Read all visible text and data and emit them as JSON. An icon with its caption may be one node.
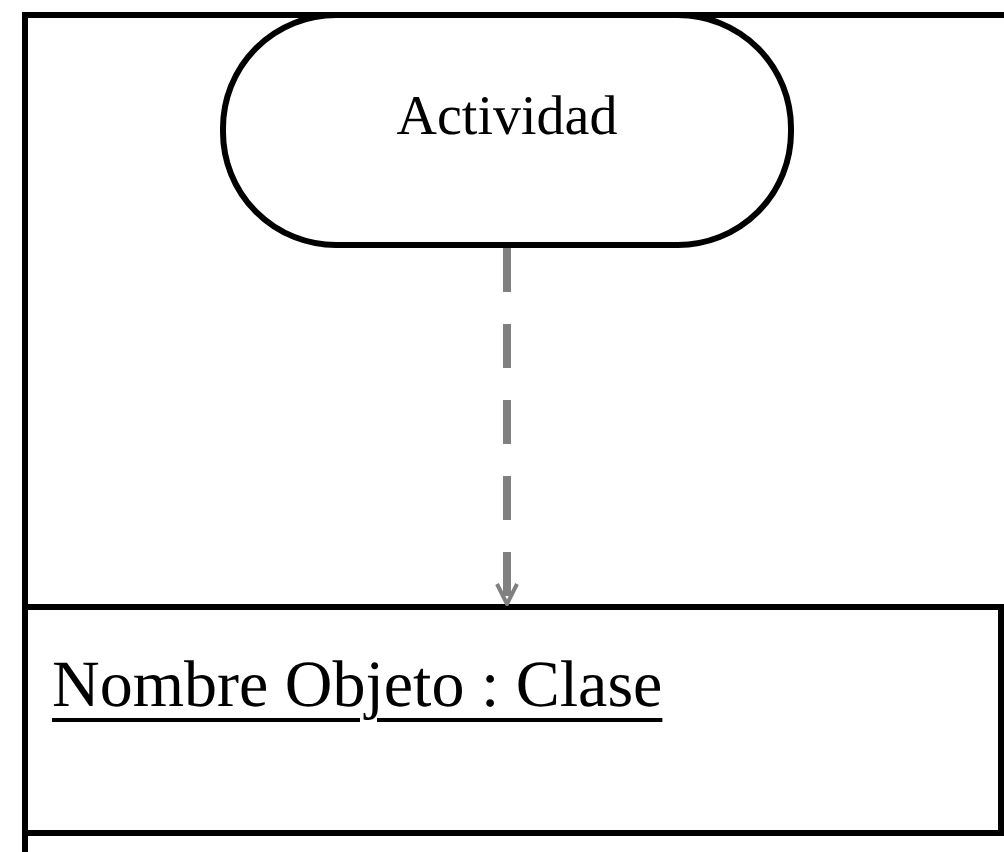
{
  "diagram": {
    "nodes": [
      {
        "text": [],
        "shape": "box"
      },
      {
        "text": [
          "Actividad"
        ],
        "in": 0
      },
      {
        "text": [
          "Nombre Objeto : Clase"
        ],
        "in": 0
      }
    ],
    "edges": [
      {
        "from": 1,
        "to": 2,
        "arrow": "to",
        "style": "dashed",
        "color": "#808080"
      }
    ]
  }
}
